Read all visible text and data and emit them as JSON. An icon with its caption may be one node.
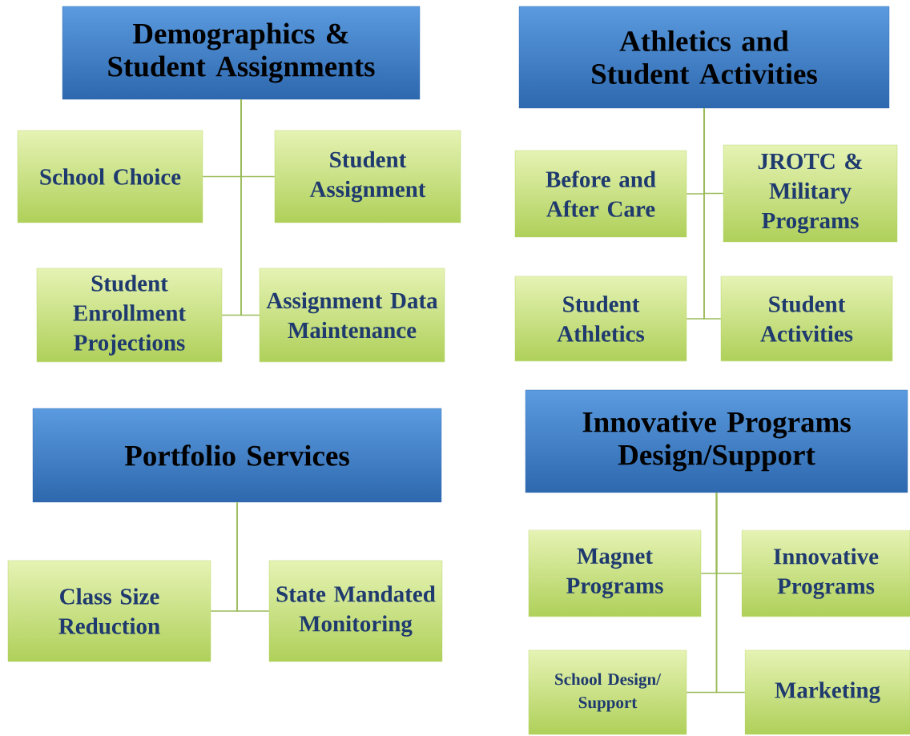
{
  "diagram": {
    "nodes": [
      {
        "text": [
          "Demographics & Student Assignments"
        ]
      },
      {
        "text": [
          "School Choice"
        ]
      },
      {
        "text": [
          "Student Assignment"
        ]
      },
      {
        "text": [
          "Student Enrollment Projections"
        ]
      },
      {
        "text": [
          "Assignment Data Maintenance"
        ]
      },
      {
        "text": [
          "Athletics and Student Activities"
        ]
      },
      {
        "text": [
          "Before and After Care"
        ]
      },
      {
        "text": [
          "JROTC & Military Programs"
        ]
      },
      {
        "text": [
          "Student Athletics"
        ]
      },
      {
        "text": [
          "Student Activities"
        ]
      },
      {
        "text": [
          "Portfolio Services"
        ]
      },
      {
        "text": [
          "Class Size Reduction"
        ]
      },
      {
        "text": [
          "State Mandated Monitoring"
        ]
      },
      {
        "text": [
          "Innovative Programs Design/Support"
        ]
      },
      {
        "text": [
          "Magnet Programs"
        ]
      },
      {
        "text": [
          "Innovative Programs"
        ]
      },
      {
        "text": [
          "School Design/ Support"
        ]
      },
      {
        "text": [
          "Marketing"
        ]
      }
    ],
    "edges": [
      {
        "from": 0,
        "to": 1,
        "arrow": "none"
      },
      {
        "from": 0,
        "to": 2,
        "arrow": "none"
      },
      {
        "from": 0,
        "to": 3,
        "arrow": "none"
      },
      {
        "from": 0,
        "to": 4,
        "arrow": "none"
      },
      {
        "from": 5,
        "to": 6,
        "arrow": "none"
      },
      {
        "from": 5,
        "to": 7,
        "arrow": "none"
      },
      {
        "from": 5,
        "to": 8,
        "arrow": "none"
      },
      {
        "from": 5,
        "to": 9,
        "arrow": "none"
      },
      {
        "from": 10,
        "to": 11,
        "arrow": "none"
      },
      {
        "from": 10,
        "to": 12,
        "arrow": "none"
      },
      {
        "from": 13,
        "to": 14,
        "arrow": "none"
      },
      {
        "from": 13,
        "to": 15,
        "arrow": "none"
      },
      {
        "from": 13,
        "to": 16,
        "arrow": "none"
      },
      {
        "from": 13,
        "to": 17,
        "arrow": "none"
      }
    ]
  }
}
